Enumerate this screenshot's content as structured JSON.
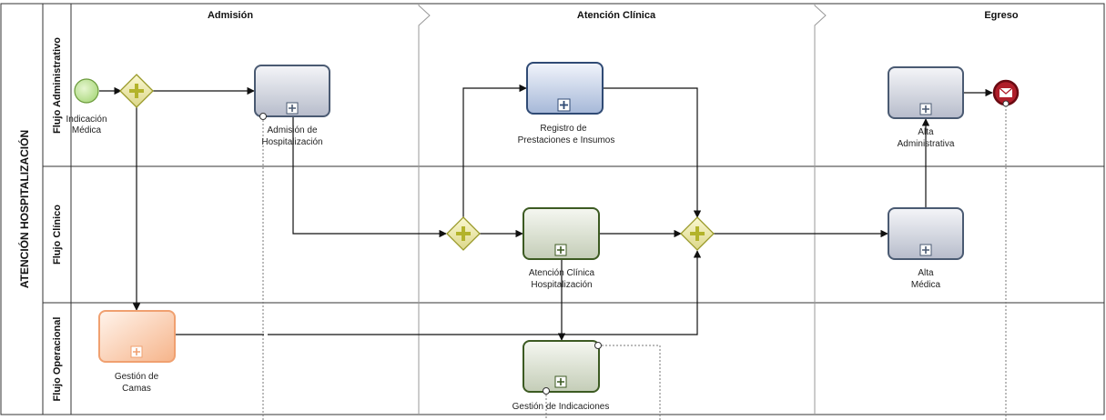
{
  "pool": {
    "title": "ATENCIÓN  HOSPITALIZACIÓN"
  },
  "phases": [
    {
      "label": "Admisión"
    },
    {
      "label": "Atención Clínica"
    },
    {
      "label": "Egreso"
    }
  ],
  "lanes": [
    {
      "label": "Flujo Administrativo"
    },
    {
      "label": "Flujo Clínico"
    },
    {
      "label": "Flujo Operacional"
    }
  ],
  "start_event": {
    "label_lines": [
      "Indicación",
      "Médica"
    ]
  },
  "tasks": {
    "admision": {
      "label_lines": [
        "Admisión de",
        "Hospitalización"
      ]
    },
    "registro": {
      "label_lines": [
        "Registro de",
        "Prestaciones e Insumos"
      ]
    },
    "alta_administrativa": {
      "label_lines": [
        "Alta",
        "Administrativa"
      ]
    },
    "atencion_clinica": {
      "label_lines": [
        "Atención Clínica",
        "Hospitalización"
      ]
    },
    "alta_medica": {
      "label_lines": [
        "Alta",
        "Médica"
      ]
    },
    "gestion_camas": {
      "label_lines": [
        "Gestión de",
        "Camas"
      ]
    },
    "gestion_indicaciones": {
      "label_lines": [
        "Gestión de Indicaciones"
      ]
    }
  },
  "colors": {
    "start_event": "#b8e08a",
    "end_event": "#b01e2a",
    "gateway": "#e8e49a",
    "gateway_stroke": "#9a9a2a",
    "task_admin_stroke": "#4a5a72",
    "task_blue_stroke": "#2f4a74",
    "task_green_stroke": "#3c5a22",
    "task_orange_stroke": "#f0a070"
  }
}
